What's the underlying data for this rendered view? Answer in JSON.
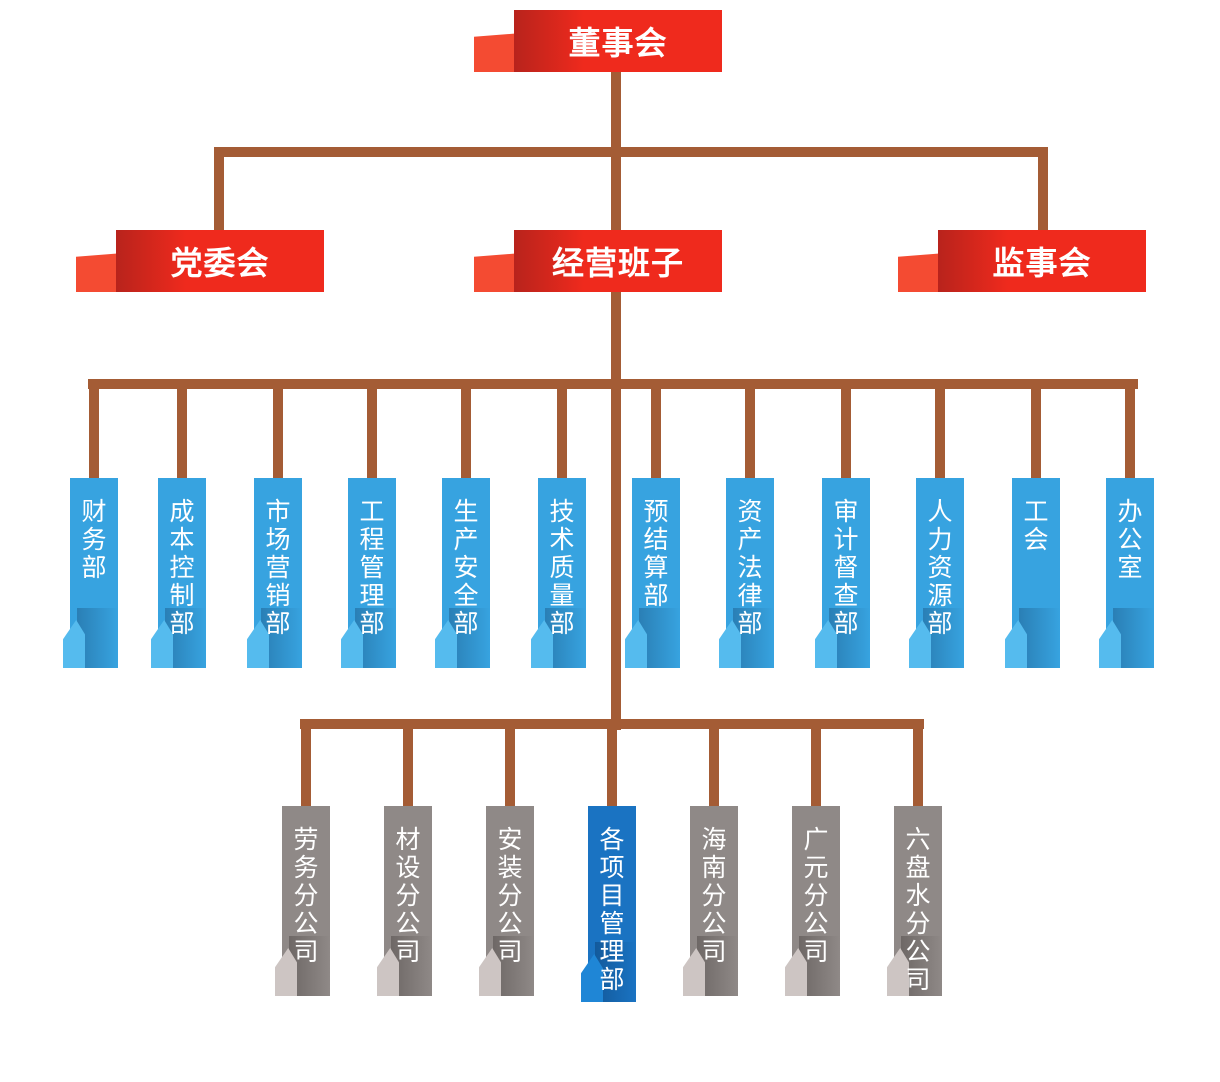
{
  "colors": {
    "connector": "#a45c35",
    "top_banner": "#ef2a1d",
    "department": "#37a3e0",
    "branch": "#8f8987",
    "highlight": "#1a73c2"
  },
  "top": {
    "label": "董事会"
  },
  "second_level": [
    {
      "label": "党委会"
    },
    {
      "label": "经营班子"
    },
    {
      "label": "监事会"
    }
  ],
  "departments": [
    {
      "label": "财务部"
    },
    {
      "label": "成本控制部"
    },
    {
      "label": "市场营销部"
    },
    {
      "label": "工程管理部"
    },
    {
      "label": "生产安全部"
    },
    {
      "label": "技术质量部"
    },
    {
      "label": "预结算部"
    },
    {
      "label": "资产法律部"
    },
    {
      "label": "审计督查部"
    },
    {
      "label": "人力资源部"
    },
    {
      "label": "工会"
    },
    {
      "label": "办公室"
    }
  ],
  "branches": [
    {
      "label": "劳务分公司"
    },
    {
      "label": "材设分公司"
    },
    {
      "label": "安装分公司"
    },
    {
      "label": "各项目管理部"
    },
    {
      "label": "海南分公司"
    },
    {
      "label": "广元分公司"
    },
    {
      "label": "六盘水分公司"
    }
  ]
}
